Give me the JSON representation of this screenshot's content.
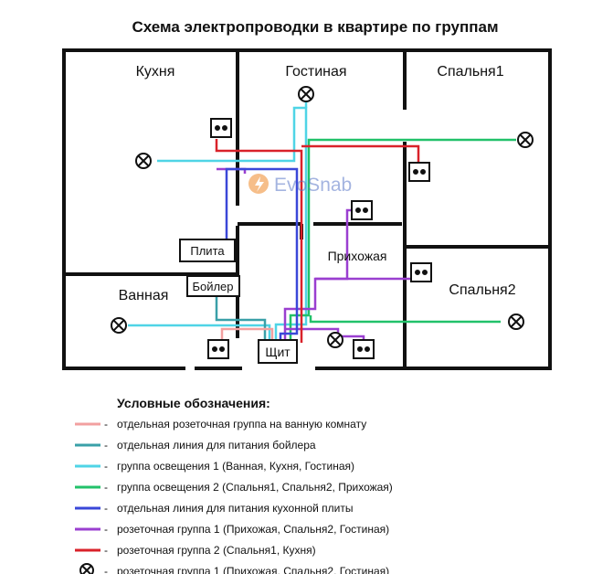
{
  "title": "Схема электропроводки в квартире по группам",
  "rooms": {
    "kitchen": "Кухня",
    "living": "Гостиная",
    "bedroom1": "Спальня1",
    "bedroom2": "Спальня2",
    "hallway": "Прихожая",
    "bathroom": "Ванная"
  },
  "appliances": {
    "stove": "Плита",
    "boiler": "Бойлер",
    "panel": "Щит"
  },
  "watermark": "EvoSnab",
  "legend": {
    "title": "Условные обозначения:",
    "items": [
      {
        "label": "отдельная розеточная группа на ванную комнату",
        "color": "#f2a0a0",
        "kind": "line"
      },
      {
        "label": "отдельная линия для питания бойлера",
        "color": "#3aa0a8",
        "kind": "line"
      },
      {
        "label": "группа освещения 1 (Ванная, Кухня, Гостиная)",
        "color": "#4fd4e6",
        "kind": "line"
      },
      {
        "label": "группа освещения 2 (Спальня1, Спальня2, Прихожая)",
        "color": "#22c16a",
        "kind": "line"
      },
      {
        "label": "отдельная линия для питания кухонной плиты",
        "color": "#3a47d8",
        "kind": "line"
      },
      {
        "label": "розеточная группа 1 (Прихожая, Спальня2, Гостиная)",
        "color": "#9a3fd0",
        "kind": "line"
      },
      {
        "label": "розеточная группа 2 (Спальня1, Кухня)",
        "color": "#d9222a",
        "kind": "line"
      }
    ],
    "symbols": [
      {
        "label": "розеточная группа 1 (Прихожая, Спальня2, Гостиная)",
        "kind": "lamp"
      },
      {
        "label": "розеточная группа 2 (Спальня1, Кухня)",
        "kind": "socket"
      }
    ],
    "dash": "-"
  }
}
